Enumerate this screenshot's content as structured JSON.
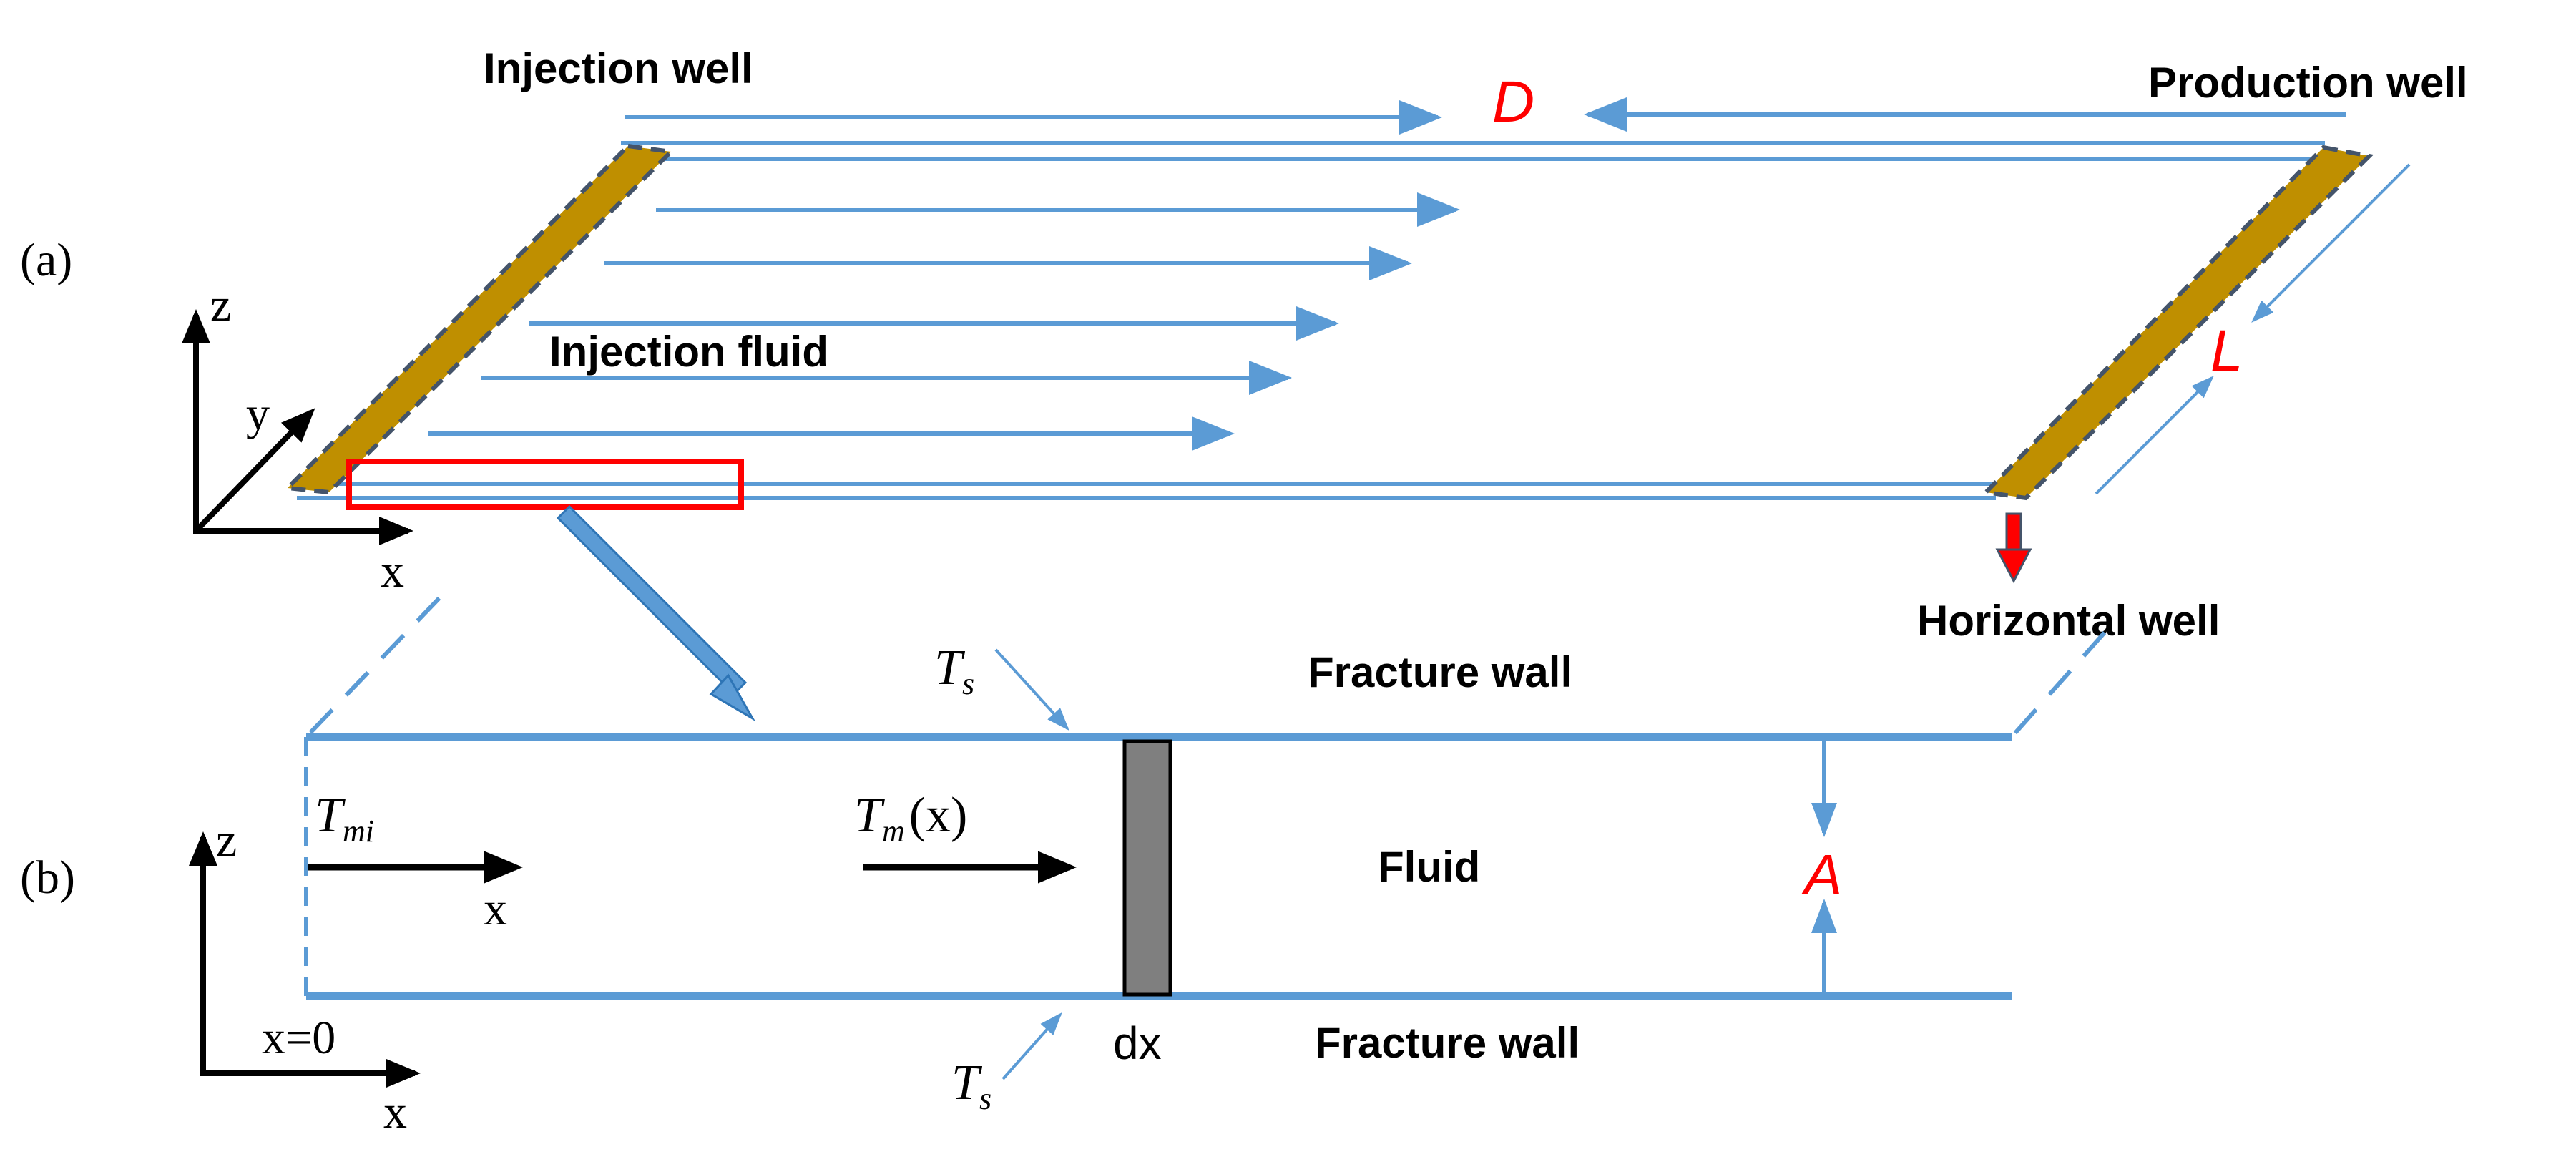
{
  "panel_a": {
    "label": "(a)",
    "injection_well": "Injection well",
    "production_well": "Production well",
    "distance": "D",
    "length": "L",
    "injection_fluid": "Injection fluid",
    "horizontal_well": "Horizontal well",
    "axis_z": "z",
    "axis_y": "y",
    "axis_x": "x"
  },
  "panel_b": {
    "label": "(b)",
    "fracture_wall_top": "Fracture wall",
    "fracture_wall_bottom": "Fracture wall",
    "fluid": "Fluid",
    "aperture": "A",
    "dx": "dx",
    "axis_z": "z",
    "axis_x": "x",
    "x_origin": "x=0",
    "ts_top": {
      "base": "T",
      "sub": "s"
    },
    "ts_bottom": {
      "base": "T",
      "sub": "s"
    },
    "tmi": {
      "base": "T",
      "sub": "mi"
    },
    "tmx": {
      "base": "T",
      "sub": "m",
      "arg": "(x)"
    },
    "arrow_x": "x"
  },
  "colors": {
    "blue": "#5b9bd5",
    "well_fill": "#bf8f00",
    "well_border": "#44546a",
    "red": "#ff0000",
    "black": "#000000",
    "gray": "#7f7f7f"
  }
}
